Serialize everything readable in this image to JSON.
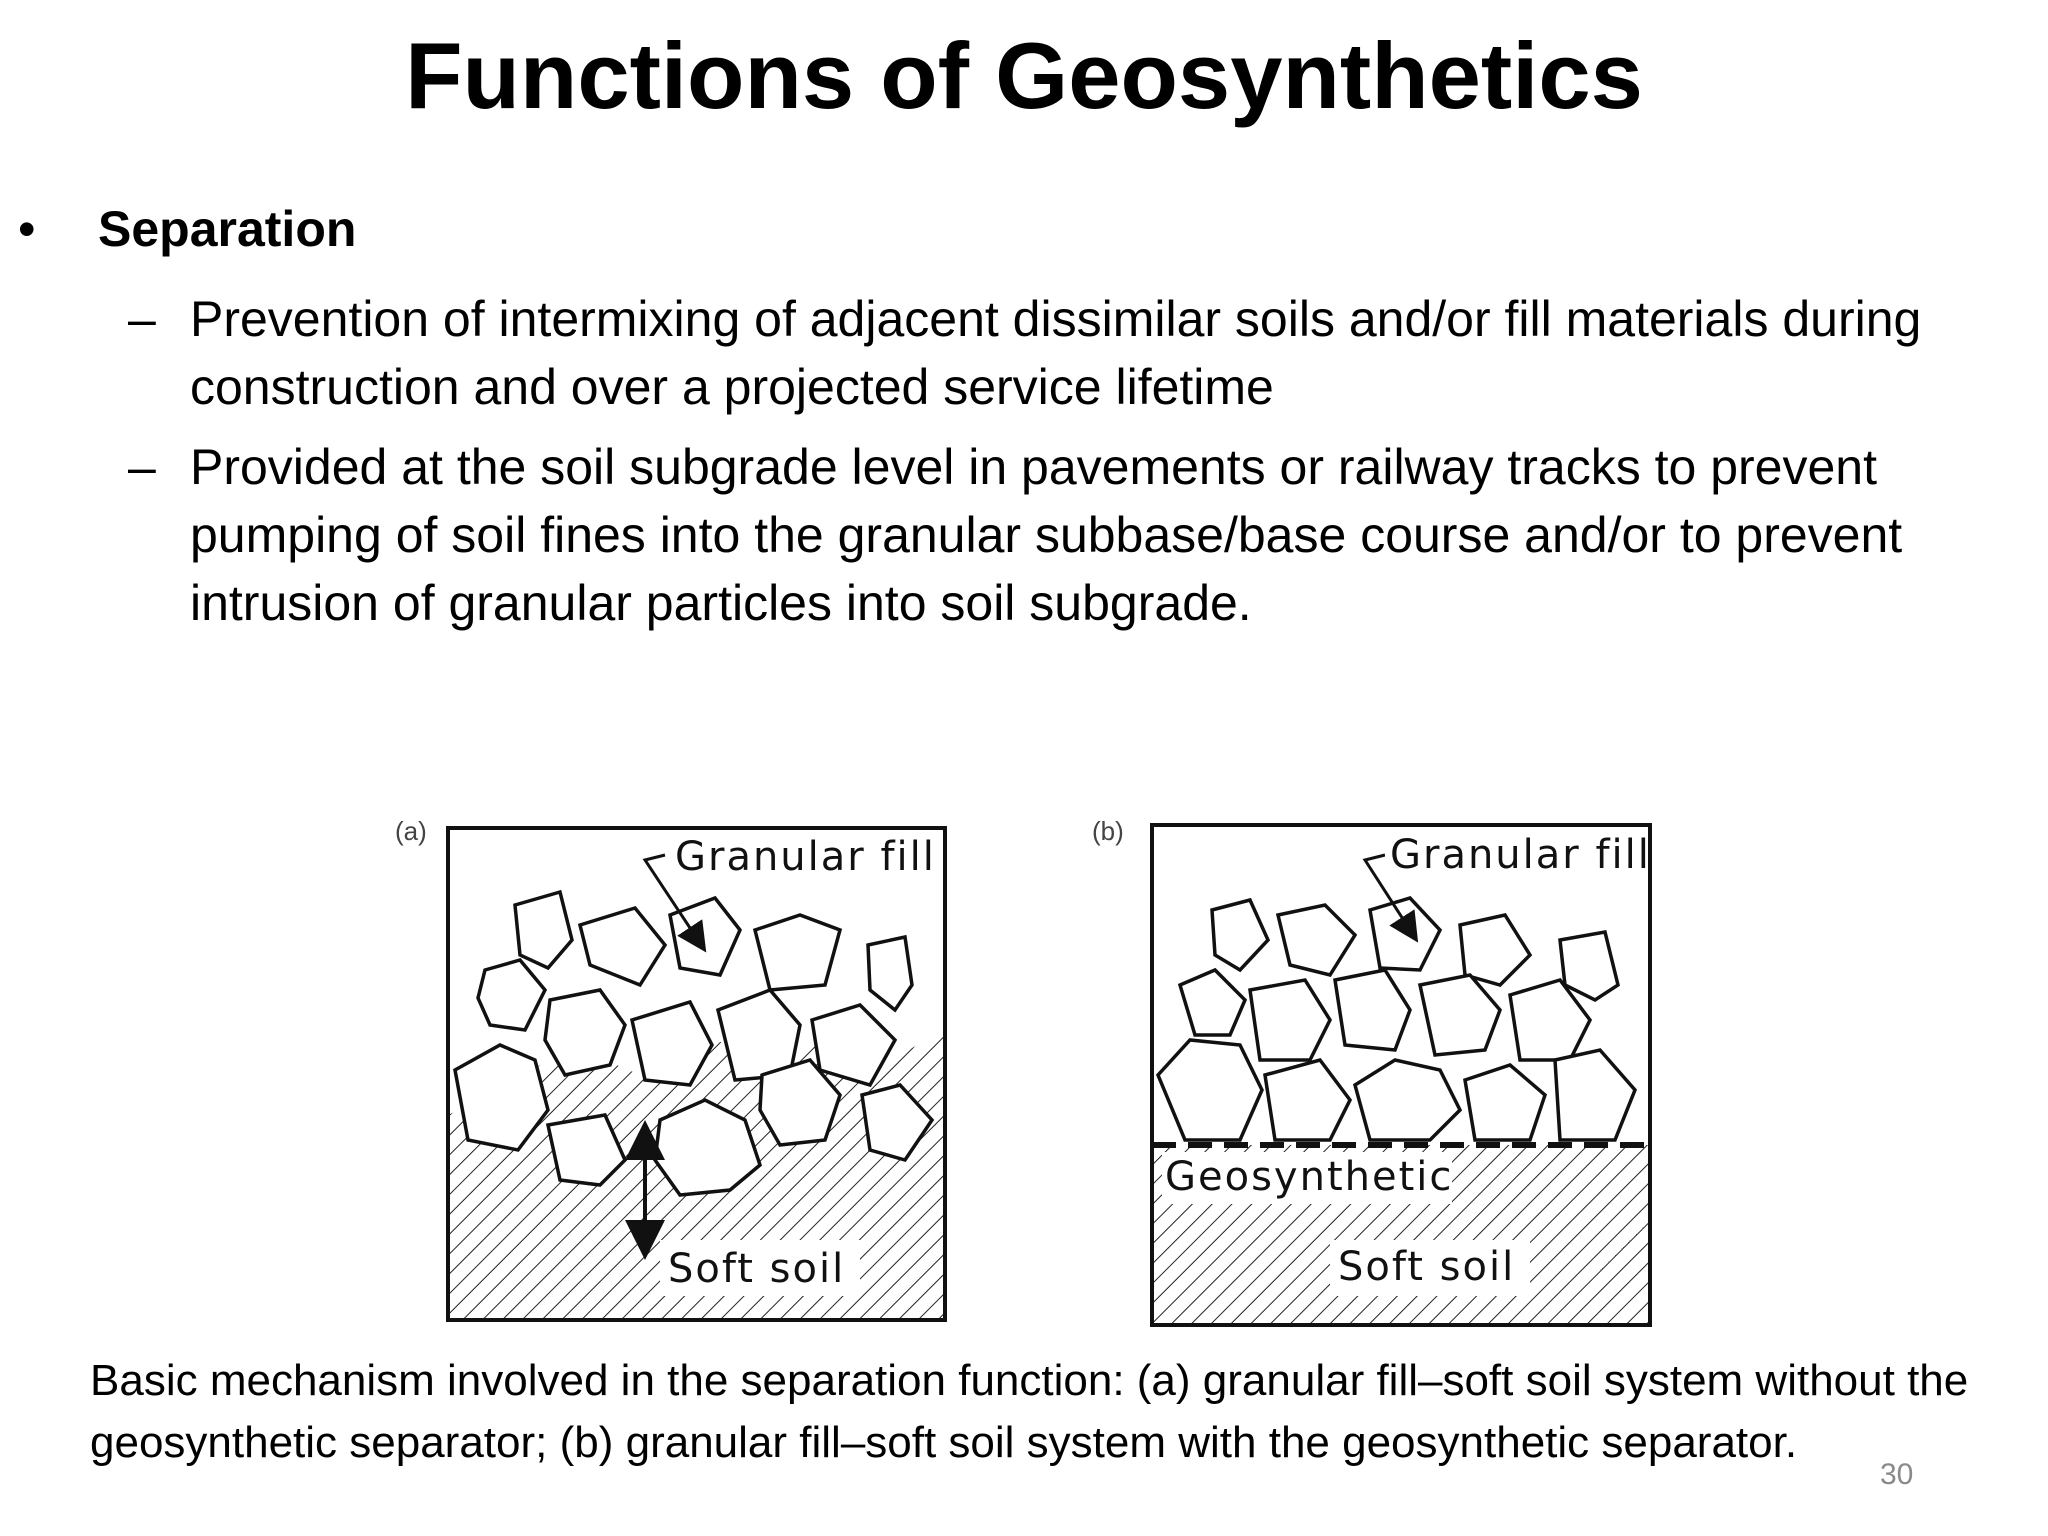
{
  "slide": {
    "title": "Functions of Geosynthetics",
    "bullet": {
      "marker": "•",
      "heading": "Separation"
    },
    "sub_points": [
      {
        "marker": "–",
        "text": "Prevention of intermixing of adjacent dissimilar soils and/or fill materials during construction and over a projected service lifetime"
      },
      {
        "marker": "–",
        "text": "Provided at the soil subgrade level in pavements or railway tracks to prevent pumping of soil fines into the granular subbase/base course and/or to prevent intrusion of granular particles into soil subgrade."
      }
    ],
    "figure": {
      "panel_a": {
        "label": "(a)",
        "top_text": "Granular fill",
        "bottom_text": "Soft soil"
      },
      "panel_b": {
        "label": "(b)",
        "top_text": "Granular fill",
        "middle_text": "Geosynthetic",
        "bottom_text": "Soft soil"
      }
    },
    "caption": "Basic mechanism involved in the separation function: (a) granular fill–soft soil system without the geosynthetic separator; (b) granular fill–soft soil system with the geosynthetic separator.",
    "page_number": "30"
  }
}
